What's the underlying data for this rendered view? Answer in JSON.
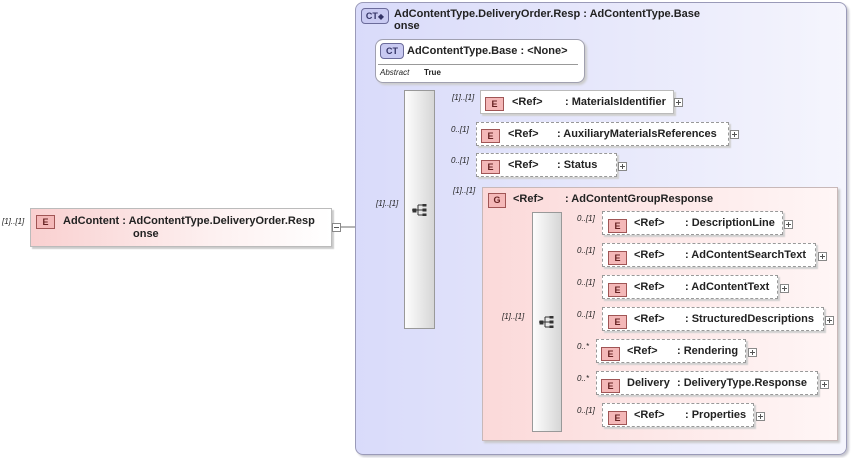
{
  "colors": {
    "complex_type_panel": "#d9dbfa",
    "element_badge": "#f4b8b8",
    "group_panel": "#fbd9d9",
    "connector_line": "#6b6b6b"
  },
  "complex_type": {
    "badge": "CT",
    "title_line1": "AdContentType.DeliveryOrder.Resp : AdContentType.Base",
    "title_line2": "onse"
  },
  "base_type": {
    "badge": "CT",
    "title": "AdContentType.Base : <None>",
    "attr_label": "Abstract",
    "attr_value": "True"
  },
  "root": {
    "badge": "E",
    "cardinality": "[1]..[1]",
    "line1": "AdContent : AdContentType.DeliveryOrder.Resp",
    "line2": "onse"
  },
  "sequence": {
    "cardinality": "[1]..[1]",
    "icon": "sequence-icon"
  },
  "elements": [
    {
      "badge": "E",
      "cardinality": "[1]..[1]",
      "ref": "<Ref>",
      "type": ": MaterialsIdentifier"
    },
    {
      "badge": "E",
      "cardinality": "0..[1]",
      "ref": "<Ref>",
      "type": ": AuxiliaryMaterialsReferences"
    },
    {
      "badge": "E",
      "cardinality": "0..[1]",
      "ref": "<Ref>",
      "type": ": Status"
    }
  ],
  "group": {
    "badge": "G",
    "cardinality": "[1]..[1]",
    "ref": "<Ref>",
    "type": ": AdContentGroupResponse",
    "seq_cardinality": "[1]..[1]",
    "children": [
      {
        "badge": "E",
        "cardinality": "0..[1]",
        "ref": "<Ref>",
        "type": ": DescriptionLine"
      },
      {
        "badge": "E",
        "cardinality": "0..[1]",
        "ref": "<Ref>",
        "type": ": AdContentSearchText"
      },
      {
        "badge": "E",
        "cardinality": "0..[1]",
        "ref": "<Ref>",
        "type": ": AdContentText"
      },
      {
        "badge": "E",
        "cardinality": "0..[1]",
        "ref": "<Ref>",
        "type": ": StructuredDescriptions"
      },
      {
        "badge": "E",
        "cardinality": "0..*",
        "ref": "<Ref>",
        "type": ": Rendering"
      },
      {
        "badge": "E",
        "cardinality": "0..*",
        "ref": "Delivery",
        "type": ": DeliveryType.Response"
      },
      {
        "badge": "E",
        "cardinality": "0..[1]",
        "ref": "<Ref>",
        "type": ": Properties"
      }
    ]
  }
}
